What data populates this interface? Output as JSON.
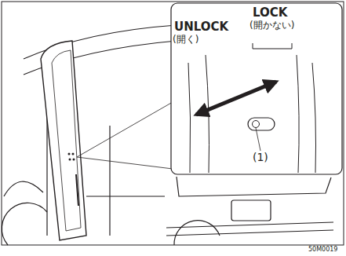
{
  "diagram": {
    "labels": [
      "LOCK",
      "UNLOCK",
      "(開く)",
      "(開かない)",
      "(1)",
      "50M0019"
    ]
  }
}
